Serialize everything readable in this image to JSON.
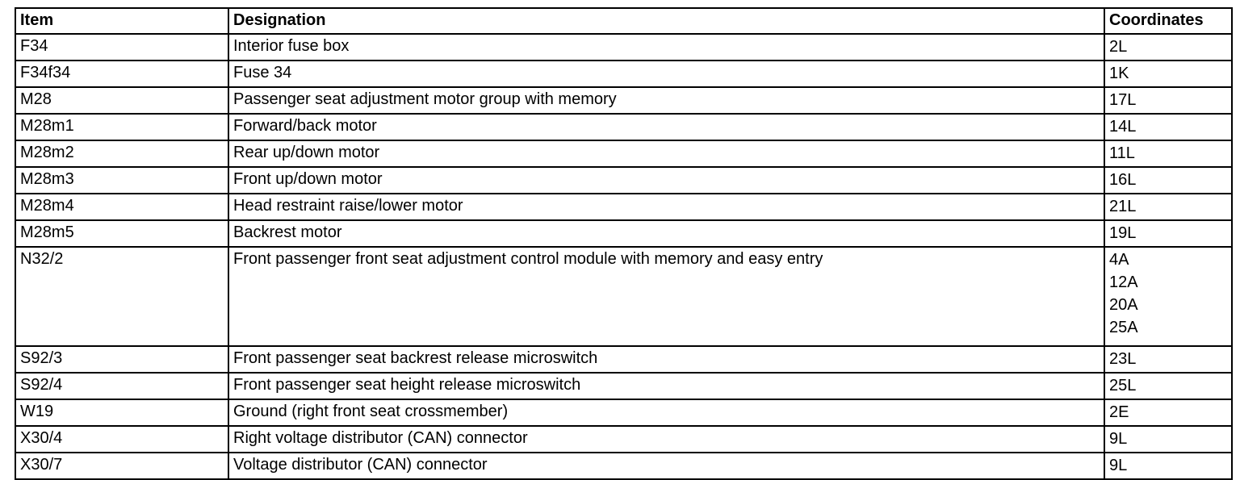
{
  "table": {
    "headers": {
      "item": "Item",
      "designation": "Designation",
      "coordinates": "Coordinates"
    },
    "rows": [
      {
        "item": "F34",
        "designation": "Interior fuse box",
        "coordinates": [
          "2L"
        ]
      },
      {
        "item": "F34f34",
        "designation": "Fuse 34",
        "coordinates": [
          "1K"
        ]
      },
      {
        "item": "M28",
        "designation": "Passenger seat adjustment motor group with memory",
        "coordinates": [
          "17L"
        ]
      },
      {
        "item": "M28m1",
        "designation": "Forward/back motor",
        "coordinates": [
          "14L"
        ]
      },
      {
        "item": "M28m2",
        "designation": "Rear up/down motor",
        "coordinates": [
          "11L"
        ]
      },
      {
        "item": "M28m3",
        "designation": "Front up/down motor",
        "coordinates": [
          "16L"
        ]
      },
      {
        "item": "M28m4",
        "designation": "Head restraint raise/lower motor",
        "coordinates": [
          "21L"
        ]
      },
      {
        "item": "M28m5",
        "designation": "Backrest motor",
        "coordinates": [
          "19L"
        ]
      },
      {
        "item": "N32/2",
        "designation": "Front passenger front seat adjustment control module with memory and easy entry",
        "coordinates": [
          "4A",
          "12A",
          "20A",
          "25A"
        ]
      },
      {
        "item": "S92/3",
        "designation": "Front passenger seat backrest release microswitch",
        "coordinates": [
          "23L"
        ]
      },
      {
        "item": "S92/4",
        "designation": "Front passenger seat height release microswitch",
        "coordinates": [
          "25L"
        ]
      },
      {
        "item": "W19",
        "designation": "Ground (right front seat crossmember)",
        "coordinates": [
          "2E"
        ]
      },
      {
        "item": "X30/4",
        "designation": "Right voltage distributor (CAN) connector",
        "coordinates": [
          "9L"
        ]
      },
      {
        "item": "X30/7",
        "designation": "Voltage distributor (CAN) connector",
        "coordinates": [
          "9L"
        ]
      }
    ]
  }
}
